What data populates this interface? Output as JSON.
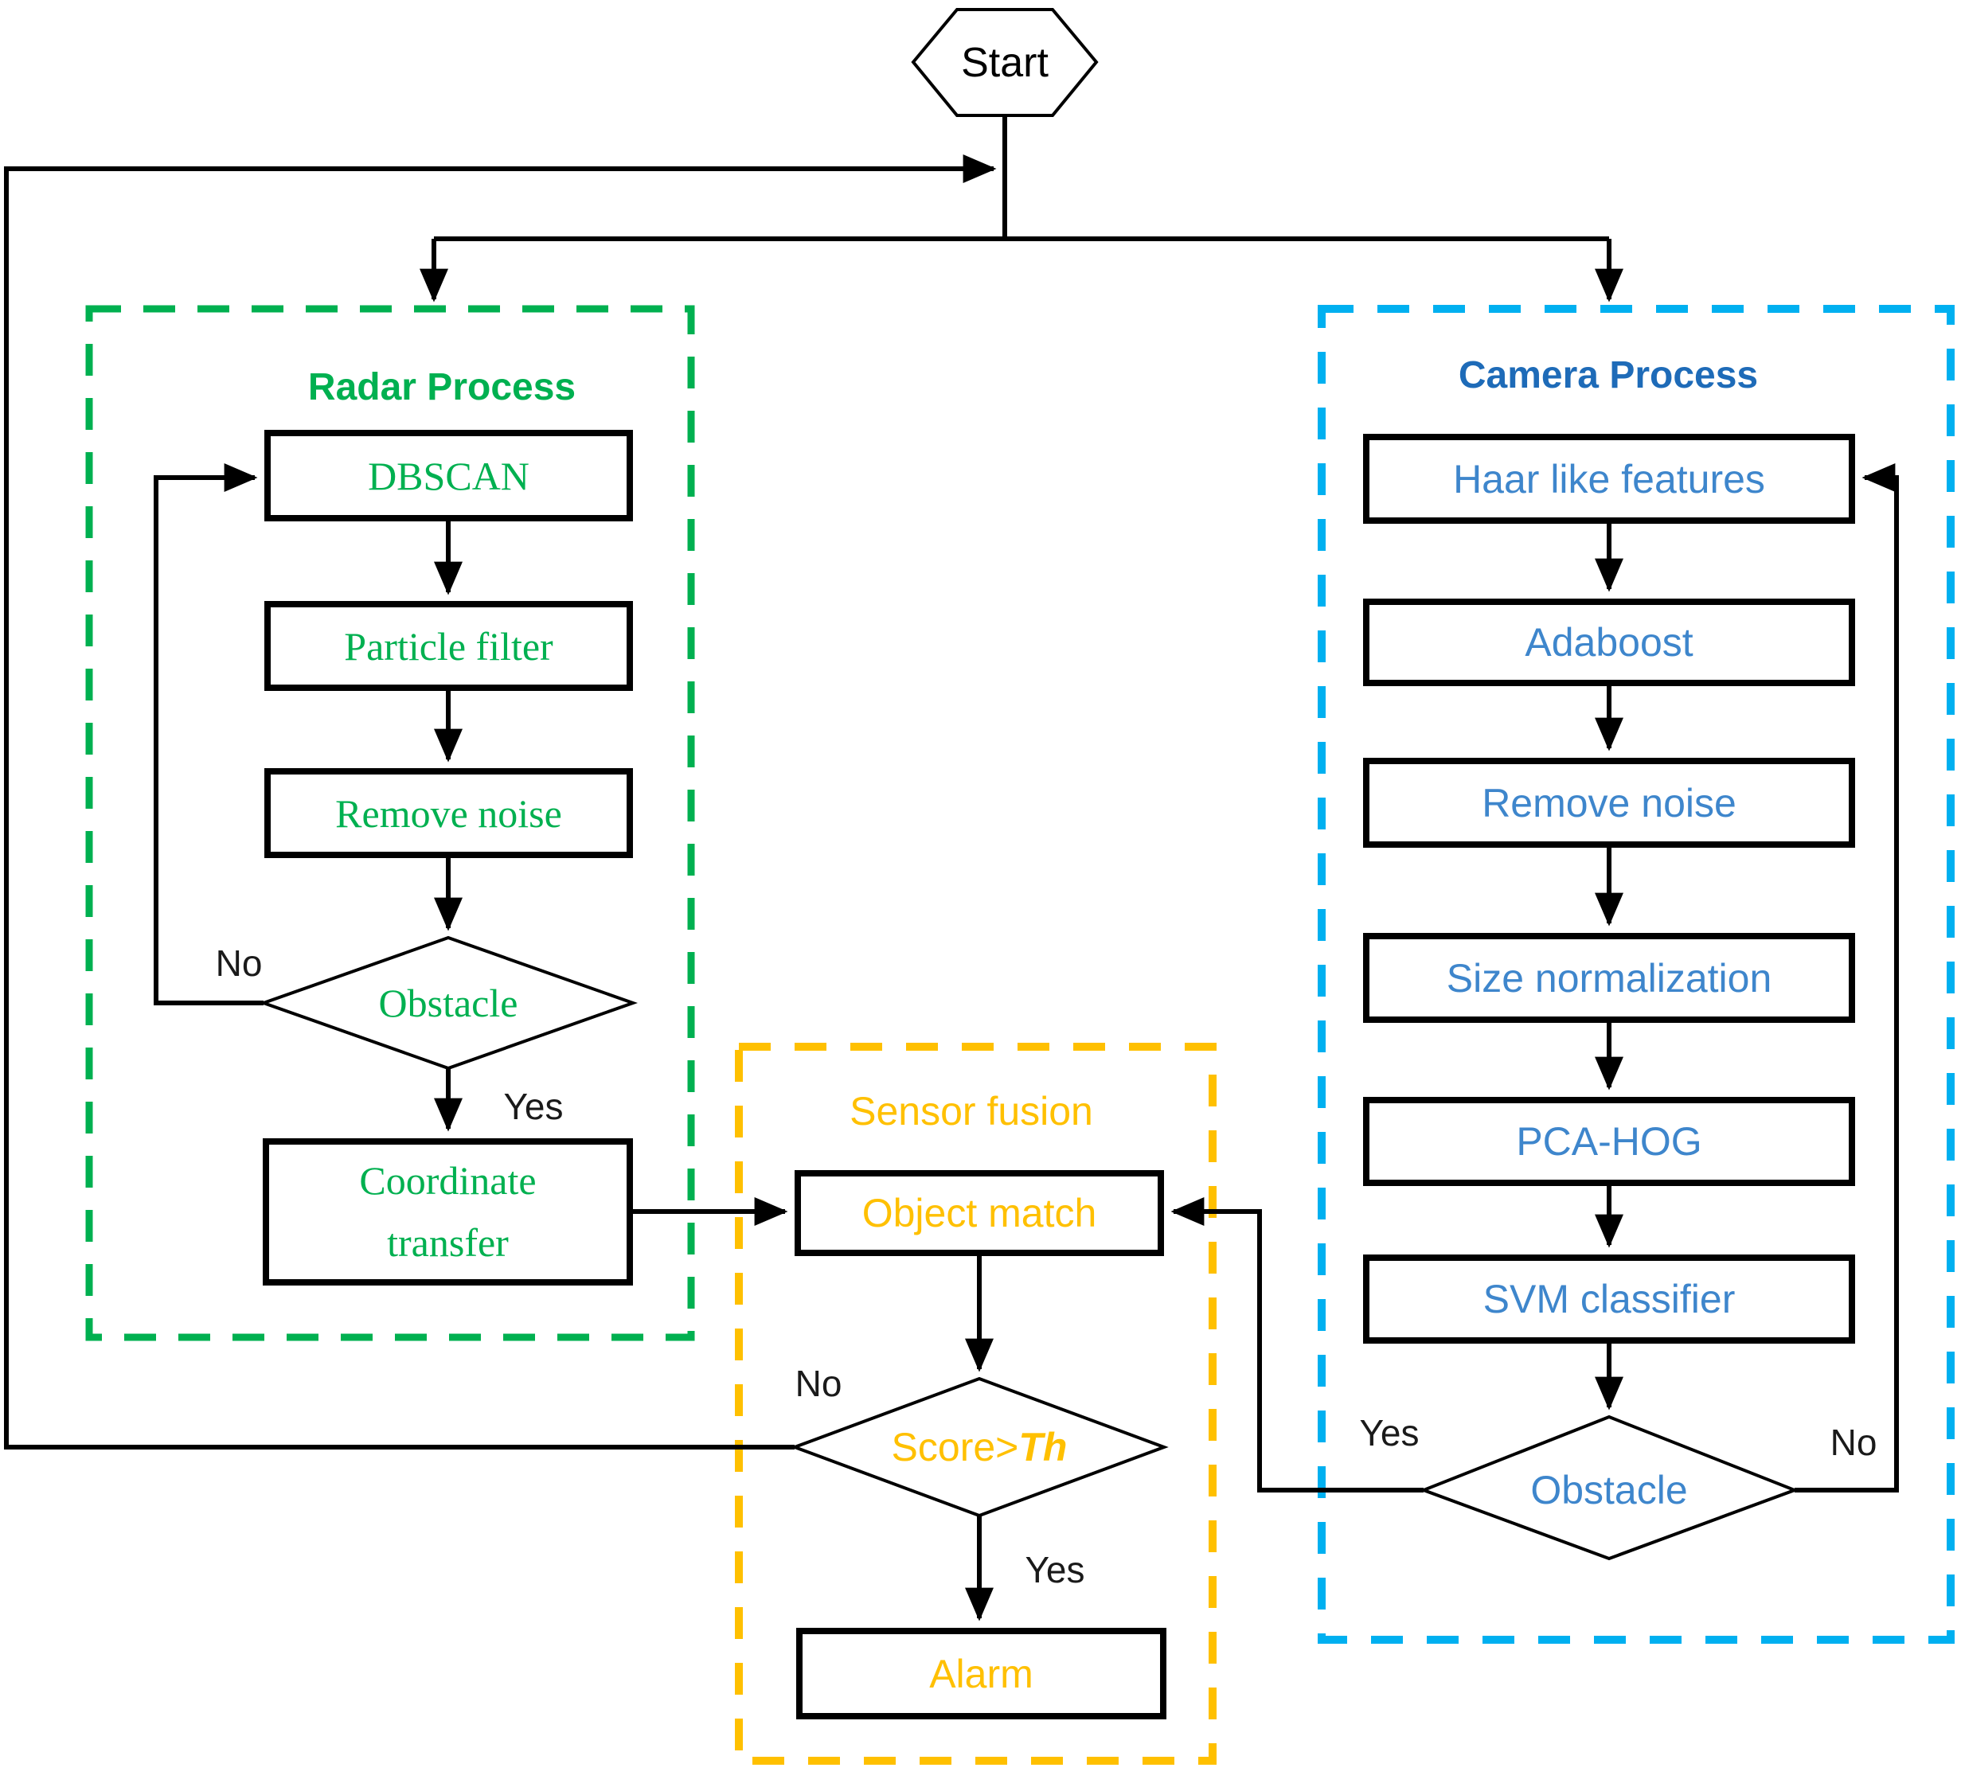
{
  "diagram": {
    "start_label": "Start",
    "colors": {
      "radar_green": "#00B050",
      "camera_dash_blue": "#00B0F0",
      "camera_title_blue": "#1E6BB8",
      "camera_label_blue": "#3E86CC",
      "fusion_orange": "#FFC000",
      "line_black": "#000000"
    },
    "radar": {
      "title": "Radar Process",
      "steps": {
        "dbscan": "DBSCAN",
        "particle": "Particle filter",
        "remove": "Remove noise",
        "obstacle": "Obstacle",
        "coordinate_line1": "Coordinate",
        "coordinate_line2": "transfer"
      },
      "no_label": "No",
      "yes_label": "Yes"
    },
    "camera": {
      "title": "Camera Process",
      "steps": {
        "haar": "Haar like features",
        "adaboost": "Adaboost",
        "remove": "Remove noise",
        "size": "Size normalization",
        "pca": "PCA-HOG",
        "svm": "SVM classifier",
        "obstacle": "Obstacle"
      },
      "yes_label": "Yes",
      "no_label": "No"
    },
    "fusion": {
      "title": "Sensor fusion",
      "object_match": "Object match",
      "score_prefix": "Score>",
      "score_threshold": "Th",
      "alarm": "Alarm",
      "no_label": "No",
      "yes_label": "Yes"
    }
  }
}
